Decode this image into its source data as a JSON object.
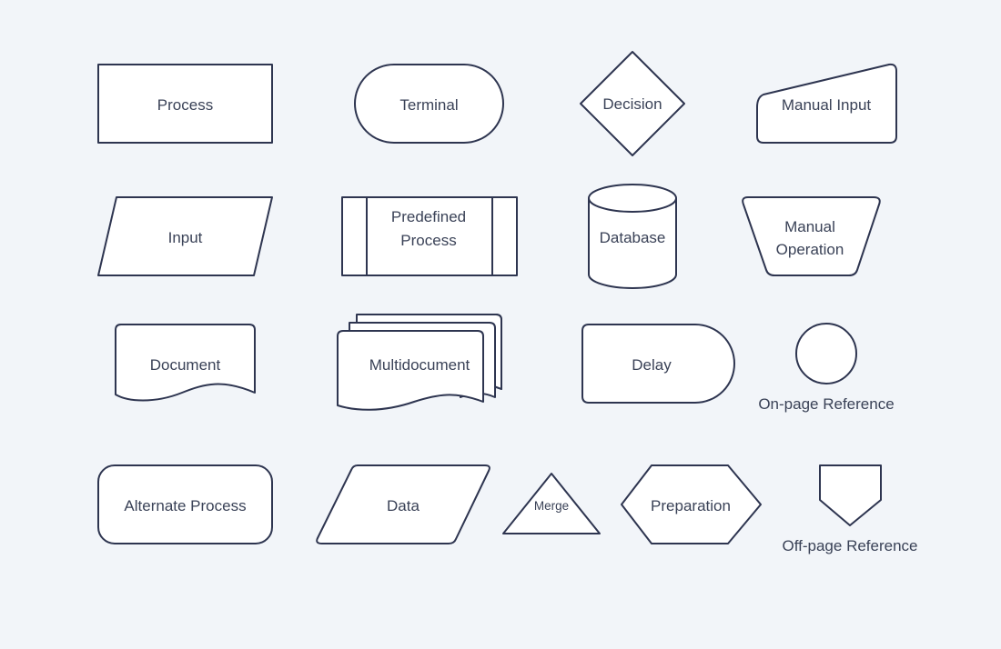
{
  "diagram": {
    "background_color": "#f2f5f9",
    "stroke_color": "#2e3550",
    "fill_color": "#ffffff",
    "text_color": "#3a4257",
    "shapes": {
      "process": "Process",
      "terminal": "Terminal",
      "decision": "Decision",
      "manual_input": "Manual Input",
      "input": "Input",
      "predefined_process": [
        "Predefined",
        "Process"
      ],
      "database": "Database",
      "manual_operation": [
        "Manual",
        "Operation"
      ],
      "document": "Document",
      "multidocument": "Multidocument",
      "delay": "Delay",
      "on_page_reference": "On-page Reference",
      "alternate_process": "Alternate Process",
      "data": "Data",
      "merge": "Merge",
      "preparation": "Preparation",
      "off_page_reference": "Off-page Reference"
    }
  }
}
